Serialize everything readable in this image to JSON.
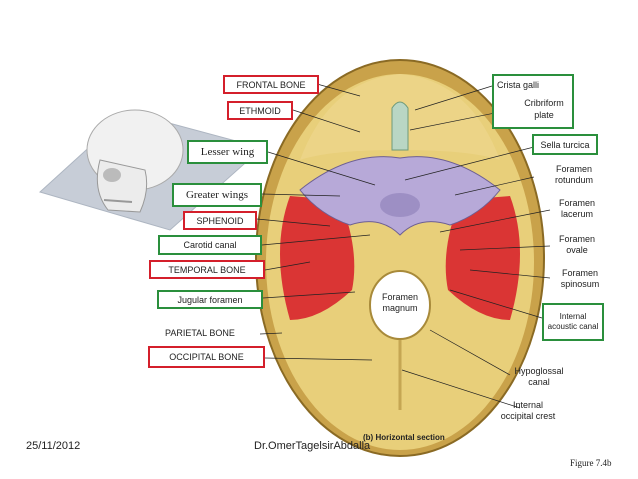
{
  "labels_left": {
    "frontal_bone": "FRONTAL BONE",
    "ethmoid": "ETHMOID",
    "lesser_wing": "Lesser wing",
    "greater_wings": "Greater wings",
    "sphenoid": "SPHENOID",
    "carotid_canal": "Carotid canal",
    "temporal_bone": "TEMPORAL BONE",
    "jugular_foramen": "Jugular foramen",
    "parietal_bone": "PARIETAL BONE",
    "occipital_bone": "OCCIPITAL BONE"
  },
  "labels_right": {
    "crista_galli": "Crista galli",
    "cribriform_plate": "Cribriform plate",
    "sella_turcica": "Sella turcica",
    "foramen_rotundum": "Foramen rotundum",
    "foramen_lacerum": "Foramen lacerum",
    "foramen_ovale": "Foramen ovale",
    "foramen_spinosum": "Foramen spinosum",
    "internal_acoustic_canal": "Internal acoustic canal",
    "hypoglossal_canal": "Hypoglossal canal",
    "internal_occipital_crest": "Internal occipital crest"
  },
  "center_label": "Foramen magnum",
  "caption": "(b) Horizontal section",
  "footer": {
    "date": "25/11/2012",
    "author": "Dr.OmerTagelsirAbdalla",
    "figure": "Figure 7.4b"
  },
  "colors": {
    "red_box": "#d41f2b",
    "green_box": "#2a8f3c",
    "bone": "#e8cf7a",
    "sphenoid": "#b7a9d8",
    "temporal": "#d8242c"
  }
}
